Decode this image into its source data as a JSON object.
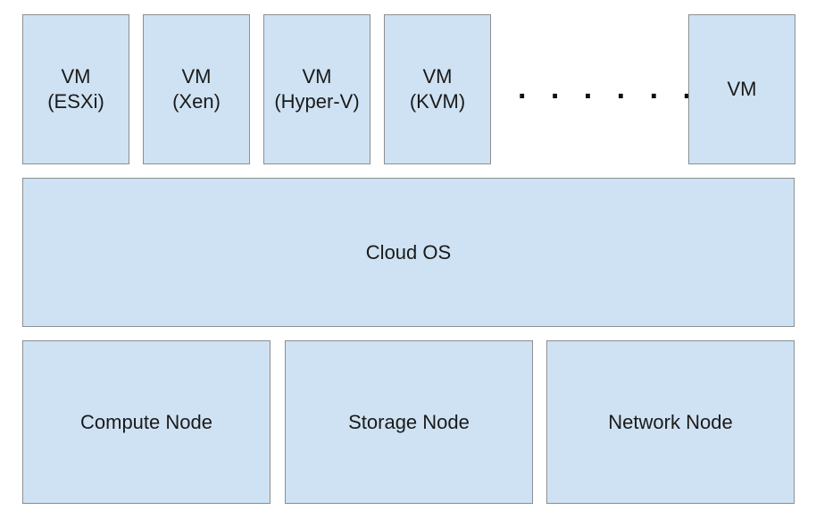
{
  "vms": [
    {
      "line1": "VM",
      "line2": "(ESXi)"
    },
    {
      "line1": "VM",
      "line2": "(Xen)"
    },
    {
      "line1": "VM",
      "line2": "(Hyper-V)"
    },
    {
      "line1": "VM",
      "line2": "(KVM)"
    },
    {
      "line1": "VM",
      "line2": ""
    }
  ],
  "ellipsis": ". . . . . . . .",
  "cloud_os": "Cloud OS",
  "nodes": {
    "compute": "Compute Node",
    "storage": "Storage Node",
    "network": "Network Node"
  },
  "colors": {
    "box_fill": "#cfe2f3",
    "box_border": "#8a8f93"
  }
}
